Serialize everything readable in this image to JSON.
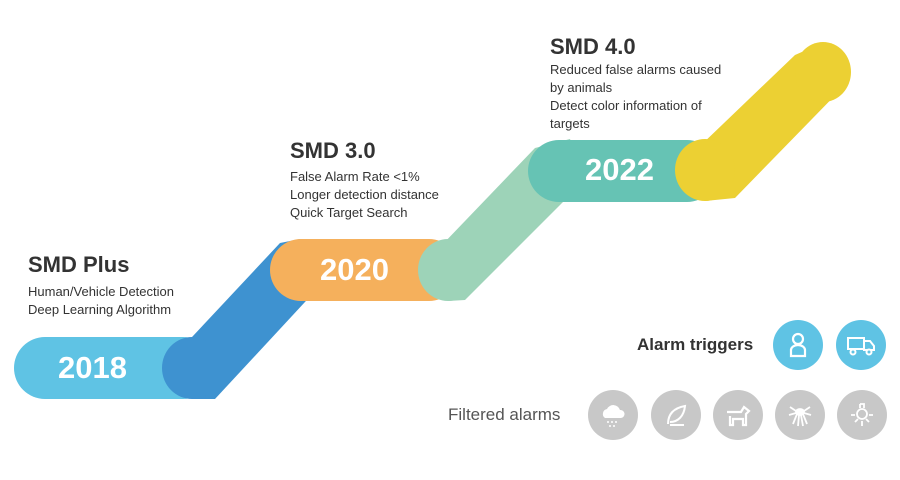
{
  "milestones": [
    {
      "year": "2018",
      "title": "SMD Plus",
      "features": [
        "Human/Vehicle Detection",
        "Deep Learning Algorithm"
      ]
    },
    {
      "year": "2020",
      "title": "SMD 3.0",
      "features": [
        "False Alarm Rate <1%",
        "Longer detection distance",
        "Quick Target Search"
      ]
    },
    {
      "year": "2022",
      "title": "SMD 4.0",
      "features": [
        "Reduced false alarms caused",
        "by animals",
        "Detect color information of",
        "targets"
      ]
    }
  ],
  "alarm_triggers": {
    "label": "Alarm triggers",
    "icons": [
      "person-icon",
      "truck-icon"
    ]
  },
  "filtered_alarms": {
    "label": "Filtered alarms",
    "icons": [
      "rain-cloud-icon",
      "leaf-icon",
      "dog-icon",
      "spider-icon",
      "light-bulb-icon"
    ]
  },
  "colors": {
    "c2018": "#5fc3e4",
    "band1": "#3e92d0",
    "c2020": "#f5b05c",
    "band2": "#9dd3b8",
    "c2022": "#66c3b4",
    "band3": "#ecd033",
    "trigger": "#5fc3e4",
    "filtered": "#c8c8c8"
  }
}
